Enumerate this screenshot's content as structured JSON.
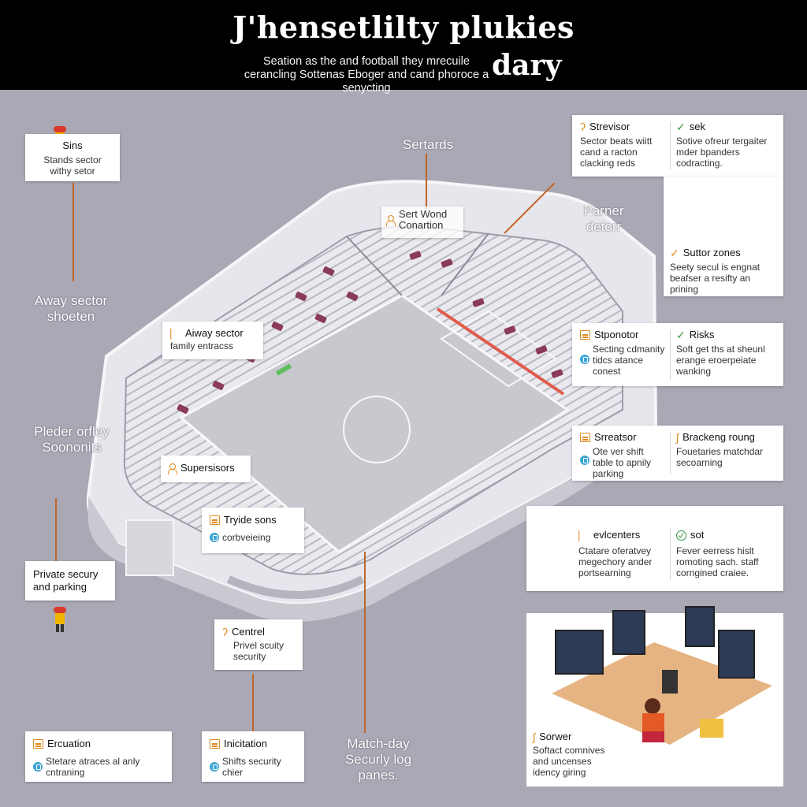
{
  "header": {
    "title": "J'hensetlilty plukies",
    "subtitle": "Seation as the and football they mrecuile cerancling Sottenas Eboger and cand phoroce a senycting",
    "subtitle_big": "dary"
  },
  "colors": {
    "background": "#a9a8b4",
    "accent_orange": "#e08a1e",
    "accent_green": "#3a9a4a",
    "accent_blue": "#3ea6d6",
    "leader_line": "#c0662a"
  },
  "free_labels": {
    "sertards": "Sertards",
    "parner_detorr": "Parner\ndetorr",
    "away_sector_shoeten": "Away sector\nshoeten",
    "pleder_orfley": "Pleder orfley\nSoononits",
    "match_day": "Match-day\nSecurly log\npanes.",
    "sert_wond": "Sert Wond\nConartion"
  },
  "cards": {
    "sins": {
      "title": "Sins",
      "body": "Stands sector\nwithy setor"
    },
    "away_sector": {
      "title": "Aiway sector",
      "body": "family entracss"
    },
    "supersors": {
      "title": "Supersisors"
    },
    "tryide": {
      "title": "Tryide sons",
      "body": "corbveieing"
    },
    "private": {
      "title": "Private secury\nand parking"
    },
    "centrel": {
      "title": "Centrel",
      "body": "Privel scuity\nsecurity"
    },
    "ercuation": {
      "title": "Ercuation",
      "body": "Stetare atraces al anly\ncntraning"
    },
    "inicitation": {
      "title": "Inicitation",
      "body": "Shifts security\nchier"
    },
    "strevisor": {
      "left_title": "Strevisor",
      "left_body": "Sector beats wiitt\ncand a racton\nclacking reds",
      "right_title": "sek",
      "right_body": "Sotive ofreur tergaiter\nmder bpanders\ncodracting."
    },
    "suttor_zones": {
      "title": "Suttor zones",
      "body": "Seety secul is engnat\nbeafser a resifty an\nprining"
    },
    "stponotor": {
      "left_title": "Stponotor",
      "left_body": "Secting cdmanity\ntidcs atance\nconest",
      "right_title": "Risks",
      "right_body": "Soft get ths at sheunl\nerange eroerpeiate\nwanking"
    },
    "srreatsor": {
      "left_title": "Srreatsor",
      "left_body": "Ote ver shift\ntable to apnily\nparking",
      "right_title": "Brackeng roung",
      "right_body": "Fouetaries matchdar\nsecoarning"
    },
    "evlcenters": {
      "left_title": "evlcenters",
      "left_body": "Ctatare oferatvey\nmegechory ander\nportsearning",
      "right_title": "sot",
      "right_body": "Fever eerress hislt\nromoting sach. staff\ncorngined craiee."
    },
    "sorwer": {
      "title": "Sorwer",
      "body": "Softact comnives\nand uncenses\nidency giring"
    }
  }
}
